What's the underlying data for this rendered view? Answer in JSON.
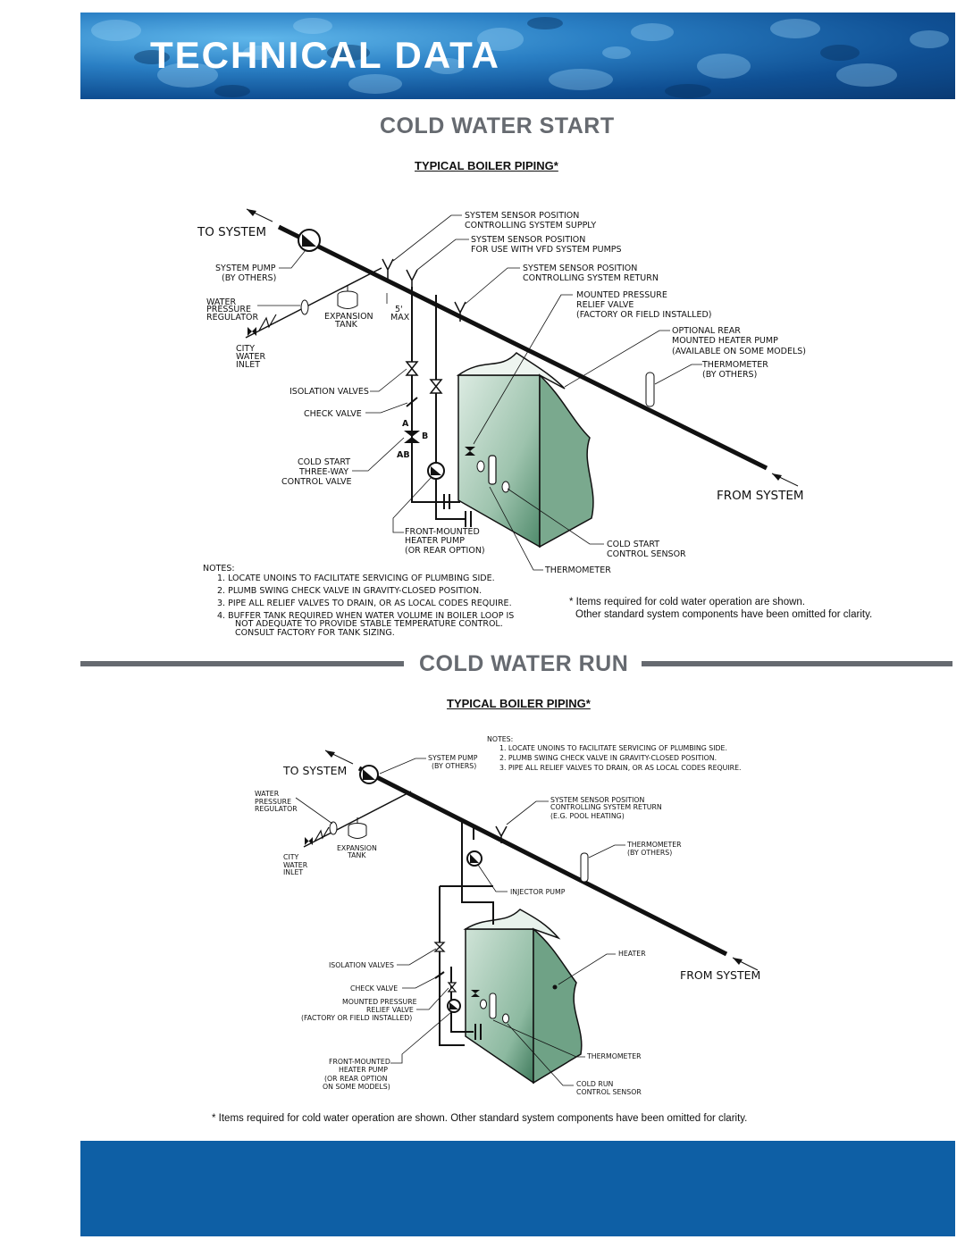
{
  "page": {
    "banner_title": "TECHNICAL DATA"
  },
  "start": {
    "title": "COLD WATER START",
    "subtitle": "TYPICAL BOILER PIPING*",
    "to_system": "TO SYSTEM",
    "from_system": "FROM SYSTEM",
    "labels": {
      "sensor_supply_1": "SYSTEM SENSOR POSITION",
      "sensor_supply_2": "CONTROLLING SYSTEM SUPPLY",
      "sensor_vfd_1": "SYSTEM SENSOR POSITION",
      "sensor_vfd_2": "FOR USE WITH VFD SYSTEM PUMPS",
      "sensor_return_1": "SYSTEM SENSOR POSITION",
      "sensor_return_2": "CONTROLLING SYSTEM RETURN",
      "relief_1": "MOUNTED PRESSURE",
      "relief_2": "RELIEF VALVE",
      "relief_3": "(FACTORY OR FIELD INSTALLED)",
      "rear_pump_1": "OPTIONAL REAR",
      "rear_pump_2": "MOUNTED HEATER PUMP",
      "rear_pump_3": "(AVAILABLE ON SOME MODELS)",
      "thermo_others_1": "THERMOMETER",
      "thermo_others_2": "(BY OTHERS)",
      "sys_pump_1": "SYSTEM PUMP",
      "sys_pump_2": "(BY OTHERS)",
      "wpr_1": "WATER",
      "wpr_2": "PRESSURE",
      "wpr_3": "REGULATOR",
      "exp_1": "EXPANSION",
      "exp_2": "TANK",
      "max_1": "5'",
      "max_2": "MAX",
      "city_1": "CITY",
      "city_2": "WATER",
      "city_3": "INLET",
      "isolation": "ISOLATION VALVES",
      "check": "CHECK VALVE",
      "three_way_1": "COLD START",
      "three_way_2": "THREE-WAY",
      "three_way_3": "CONTROL VALVE",
      "port_a": "A",
      "port_b": "B",
      "port_ab": "AB",
      "front_pump_1": "FRONT-MOUNTED",
      "front_pump_2": "HEATER PUMP",
      "front_pump_3": "(OR REAR OPTION)",
      "cold_sensor_1": "COLD START",
      "cold_sensor_2": "CONTROL SENSOR",
      "thermometer": "THERMOMETER"
    },
    "notes_label": "NOTES:",
    "notes": [
      "1.  LOCATE UNOINS TO FACILITATE SERVICING OF PLUMBING SIDE.",
      "2.  PLUMB SWING CHECK VALVE IN GRAVITY-CLOSED POSITION.",
      "3.  PIPE ALL RELIEF VALVES TO DRAIN, OR AS LOCAL CODES REQUIRE.",
      "4.  BUFFER TANK REQUIRED WHEN WATER VOLUME IN BOILER LOOP IS",
      "NOT ADEQUATE TO PROVIDE STABLE TEMPERATURE CONTROL.",
      "CONSULT FACTORY FOR TANK SIZING."
    ],
    "footnote_1": "* Items required for cold water operation are shown.",
    "footnote_2": "Other standard system components have been omitted for clarity."
  },
  "run": {
    "title": "COLD WATER RUN",
    "subtitle": "TYPICAL BOILER PIPING*",
    "to_system": "TO SYSTEM",
    "from_system": "FROM SYSTEM",
    "notes_label": "NOTES:",
    "notes": [
      "1.  LOCATE UNOINS TO FACILITATE SERVICING OF PLUMBING SIDE.",
      "2.  PLUMB SWING CHECK VALVE IN GRAVITY-CLOSED POSITION.",
      "3.  PIPE ALL RELIEF VALVES TO DRAIN, OR AS LOCAL CODES REQUIRE."
    ],
    "labels": {
      "sys_pump_1": "SYSTEM PUMP",
      "sys_pump_2": "(BY OTHERS)",
      "wpr_1": "WATER",
      "wpr_2": "PRESSURE",
      "wpr_3": "REGULATOR",
      "exp_1": "EXPANSION",
      "exp_2": "TANK",
      "city_1": "CITY",
      "city_2": "WATER",
      "city_3": "INLET",
      "sensor_return_1": "SYSTEM SENSOR POSITION",
      "sensor_return_2": "CONTROLLING SYSTEM RETURN",
      "sensor_return_3": "(E.G. POOL HEATING)",
      "thermo_others_1": "THERMOMETER",
      "thermo_others_2": "(BY OTHERS)",
      "injector": "INJECTOR PUMP",
      "heater": "HEATER",
      "isolation": "ISOLATION VALVES",
      "check": "CHECK VALVE",
      "relief_1": "MOUNTED PRESSURE",
      "relief_2": "RELIEF VALVE",
      "relief_3": "(FACTORY OR FIELD INSTALLED)",
      "front_pump_1": "FRONT-MOUNTED",
      "front_pump_2": "HEATER PUMP",
      "front_pump_3": "(OR REAR OPTION",
      "front_pump_4": "ON SOME MODELS)",
      "thermometer": "THERMOMETER",
      "cold_sensor_1": "COLD RUN",
      "cold_sensor_2": "CONTROL SENSOR"
    },
    "footnote": "* Items required for cold water operation are shown. Other standard system components have been omitted for clarity."
  }
}
